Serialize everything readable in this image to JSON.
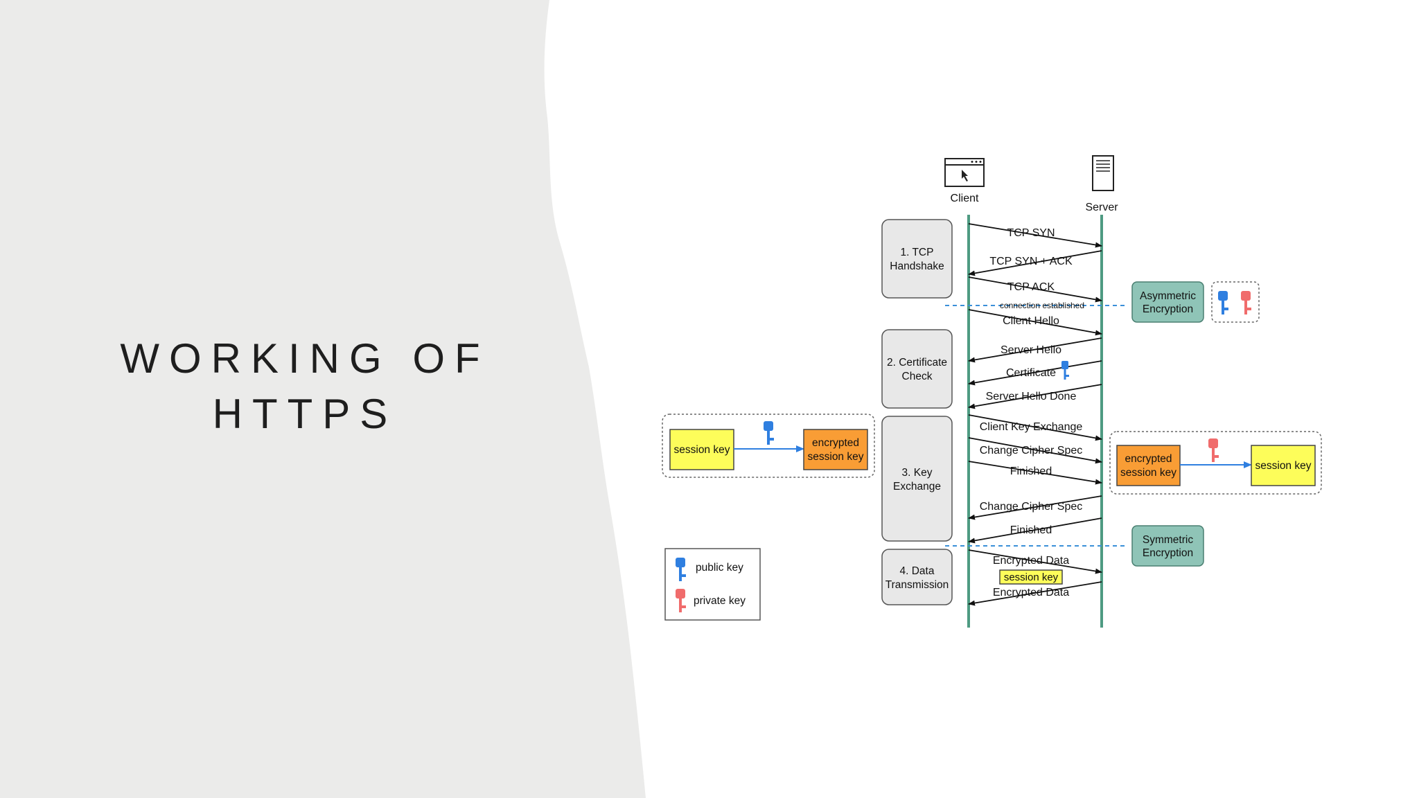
{
  "slide": {
    "title_line1": "WORKING OF",
    "title_line2": "HTTPS",
    "colors": {
      "left_panel": "#ebebea",
      "background": "#ffffff",
      "title_text": "#1e1e1e"
    }
  },
  "diagram": {
    "actors": {
      "client": "Client",
      "server": "Server"
    },
    "phases": {
      "tcp": [
        "1. TCP",
        "Handshake"
      ],
      "cert": [
        "2. Certificate",
        "Check"
      ],
      "key": [
        "3. Key",
        "Exchange"
      ],
      "data": [
        "4. Data",
        "Transmission"
      ]
    },
    "messages": {
      "tcp_syn": "TCP SYN",
      "tcp_syn_ack": "TCP SYN + ACK",
      "tcp_ack": "TCP ACK",
      "connection_established": "connection established",
      "client_hello": "Client Hello",
      "server_hello": "Server Hello",
      "certificate": "Certificate",
      "server_hello_done": "Server Hello Done",
      "client_key_exchange": "Client Key Exchange",
      "change_cipher_spec_1": "Change Cipher Spec",
      "finished_1": "Finished",
      "change_cipher_spec_2": "Change Cipher Spec",
      "finished_2": "Finished",
      "encrypted_data_1": "Encrypted  Data",
      "session_key_tag": "session key",
      "encrypted_data_2": "Encrypted Data"
    },
    "encryption": {
      "asymmetric": [
        "Asymmetric",
        "Encryption"
      ],
      "symmetric": [
        "Symmetric",
        "Encryption"
      ]
    },
    "client_side": {
      "session_key": "session key",
      "encrypted_session_key": [
        "encrypted",
        "session key"
      ]
    },
    "server_side": {
      "encrypted_session_key": [
        "encrypted",
        "session key"
      ],
      "session_key": "session key"
    },
    "legend": {
      "public_key": "public key",
      "private_key": "private key"
    },
    "colors": {
      "lifeline": "#4e9b82",
      "public_key_icon": "#2f7fe0",
      "private_key_icon": "#f06c6c",
      "encryption_box": "#8fc4b7",
      "session_key_box": "#fdfd5a",
      "encrypted_key_box": "#f99d35",
      "separator": "#3a8fd8"
    },
    "icons": [
      "browser-window-icon",
      "server-icon",
      "public-key-icon",
      "private-key-icon"
    ]
  }
}
